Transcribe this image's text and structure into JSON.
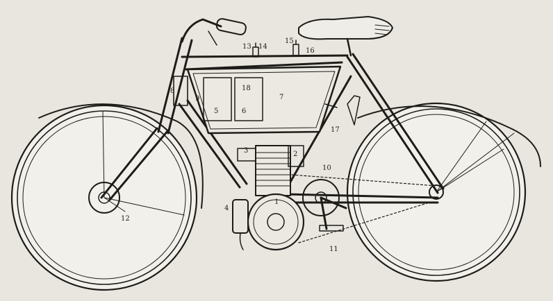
{
  "diagram": {
    "subject": "early motor bicycle, side elevation, numbered parts",
    "colors": {
      "paper": "#e9e6df",
      "ink": "#1e1c19",
      "wheel_fill": "#f2f0eb"
    },
    "callouts": {
      "n1": "1",
      "n2": "2",
      "n3": "3",
      "n4": "4",
      "n5": "5",
      "n6": "6",
      "n7": "7",
      "n8": "8",
      "n9": "9",
      "n10": "10",
      "n11": "11",
      "n12": "12",
      "n13": "13",
      "n14": "14",
      "n15": "15",
      "n16": "16",
      "n17": "17",
      "n18": "18"
    }
  }
}
